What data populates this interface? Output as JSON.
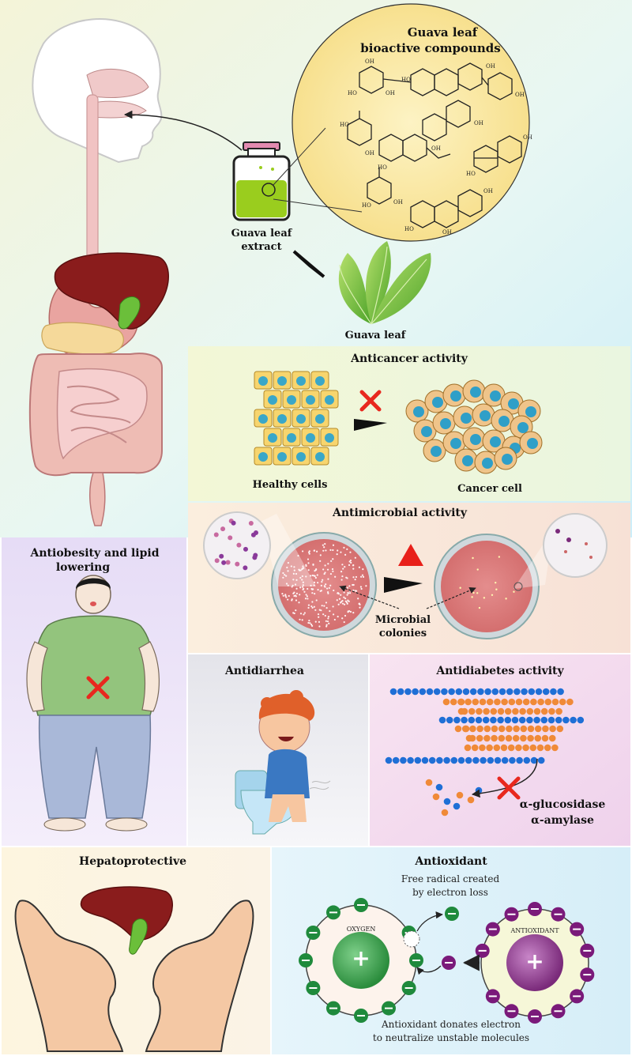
{
  "top": {
    "compounds_title_line1": "Guava leaf",
    "compounds_title_line2": "bioactive compounds",
    "extract_label_line1": "Guava leaf",
    "extract_label_line2": "extract",
    "leaf_label": "Guava leaf"
  },
  "anticancer": {
    "title": "Anticancer activity",
    "healthy_label": "Healthy cells",
    "cancer_label": "Cancer cell"
  },
  "antimicrobial": {
    "title": "Antimicrobial activity",
    "colonies_label_line1": "Microbial",
    "colonies_label_line2": "colonies"
  },
  "antiobesity": {
    "title_line1": "Antiobesity and lipid",
    "title_line2": "lowering"
  },
  "antidiarrhea": {
    "title": "Antidiarrhea"
  },
  "antidiabetes": {
    "title": "Antidiabetes activity",
    "enzyme1": "α-glucosidase",
    "enzyme2": "α-amylase"
  },
  "hepatoprotective": {
    "title": "Hepatoprotective"
  },
  "antioxidant": {
    "title": "Antioxidant",
    "free_radical_line1": "Free radical created",
    "free_radical_line2": "by electron loss",
    "oxygen_label": "OXYGEN",
    "antioxidant_label": "ANTIOXIDANT",
    "donates_line1": "Antioxidant donates electron",
    "donates_line2": "to neutralize unstable molecules"
  },
  "colors": {
    "inhibit_red": "#e8281e",
    "triangle_red": "#e8201a",
    "electron_green": "#1f8a3c",
    "electron_purple": "#7a1a7a",
    "bead_blue": "#1f6fd6",
    "bead_orange": "#f08a38"
  },
  "icons": [
    "inhibit-x-icon",
    "arrow-icon",
    "triangle-icon",
    "petri-dish-icon",
    "magnifier-icon",
    "liver-icon",
    "hands-icon",
    "leaf-icon",
    "jar-icon",
    "person-icon",
    "child-icon",
    "toilet-icon"
  ]
}
